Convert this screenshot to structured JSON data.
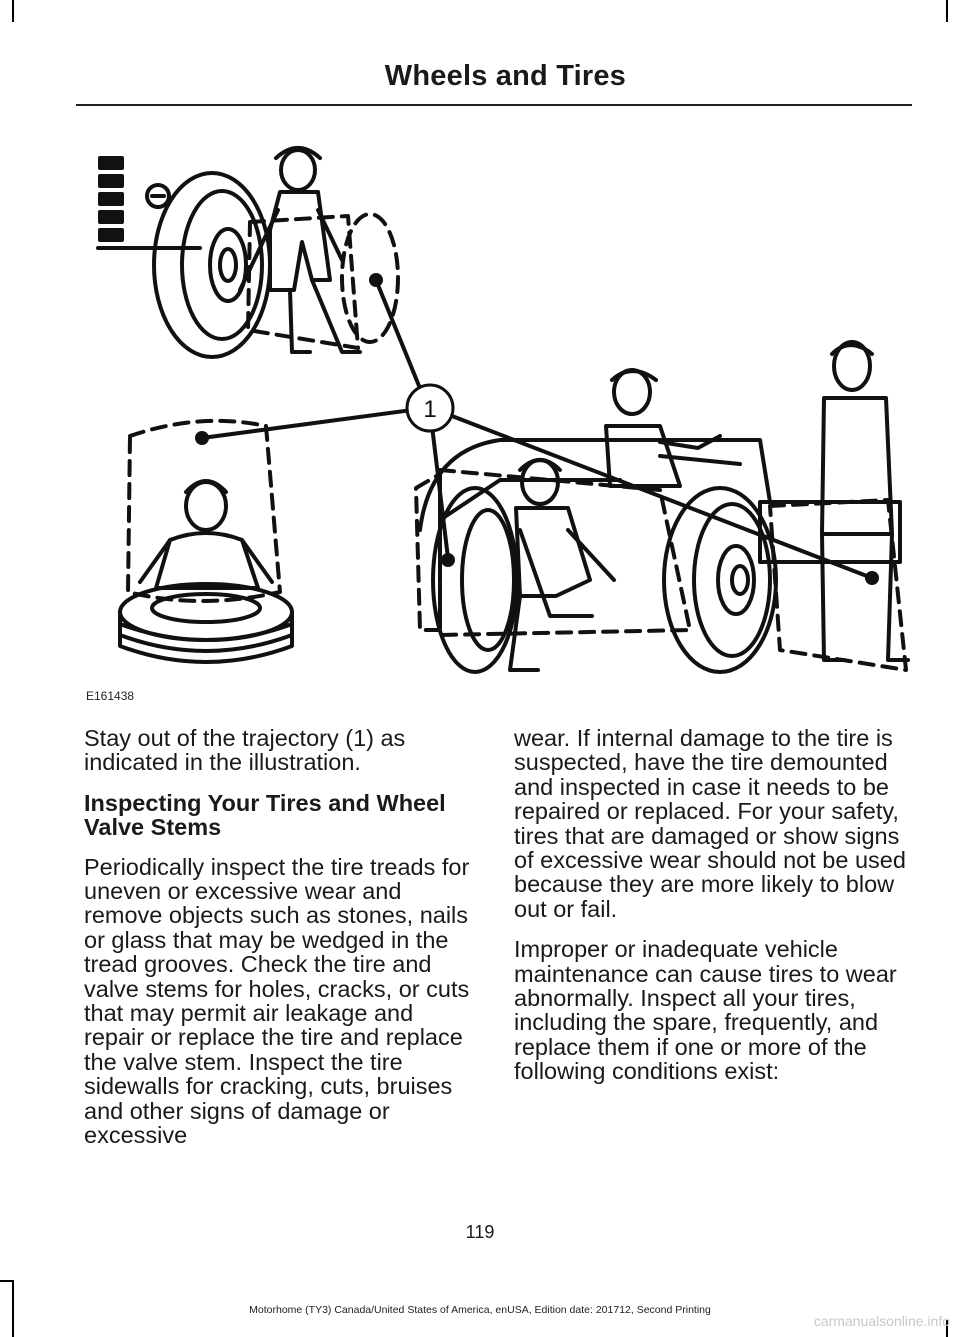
{
  "header": {
    "title": "Wheels and Tires"
  },
  "figure": {
    "code": "E161438",
    "callout": "1"
  },
  "left_column": {
    "intro": "Stay out of the trajectory (1) as indicated in the illustration.",
    "heading": "Inspecting Your Tires and Wheel Valve Stems",
    "paragraph": "Periodically inspect the tire treads for uneven or excessive wear and remove objects such as stones, nails or glass that may be wedged in the tread grooves. Check the tire and valve stems for holes, cracks, or cuts that may permit air leakage and repair or replace the tire and replace the valve stem. Inspect the tire sidewalls for cracking, cuts, bruises and other signs of damage or excessive"
  },
  "right_column": {
    "paragraph1": "wear. If internal damage to the tire is suspected, have the tire demounted and inspected in case it needs to be repaired or replaced. For your safety, tires that are damaged or show signs of excessive wear should not be used because they are more likely to blow out or fail.",
    "paragraph2": "Improper or inadequate vehicle maintenance can cause tires to wear abnormally. Inspect all your tires, including the spare, frequently, and replace them if one or more of the following conditions exist:"
  },
  "page_number": "119",
  "footer": "Motorhome (TY3) Canada/United States of America, enUSA, Edition date: 201712, Second Printing",
  "watermark": "carmanualsonline.info"
}
